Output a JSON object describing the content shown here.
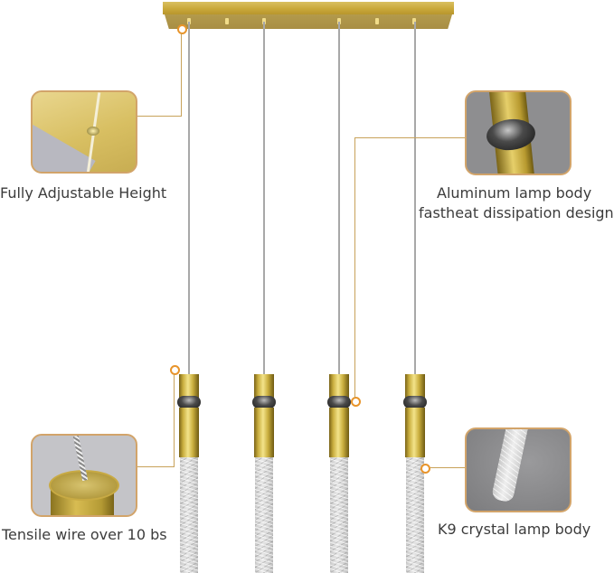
{
  "product": {
    "description": "Linear 4-light pendant chandelier with brass canopy, gold tube bodies and bubble crystal rods",
    "pendant_count": 4
  },
  "callouts": [
    {
      "id": "height",
      "text": "Fully Adjustable Height",
      "detail": "canopy-wire-connection"
    },
    {
      "id": "body",
      "text_line1": "Aluminum lamp body",
      "text_line2": "fastheat dissipation design",
      "detail": "gold-tube-with-black-ring"
    },
    {
      "id": "wire",
      "text": "Tensile wire over 10 bs",
      "detail": "braided-wire-into-tube-top"
    },
    {
      "id": "crystal",
      "text": "K9 crystal lamp body",
      "detail": "bubble-crystal-rod-end"
    }
  ],
  "colors": {
    "accent_orange": "#e8942a",
    "callout_line": "#c8a25a",
    "detail_border": "#d2a46a",
    "brass": "#c9ae3e",
    "text": "#3c3c3c"
  }
}
